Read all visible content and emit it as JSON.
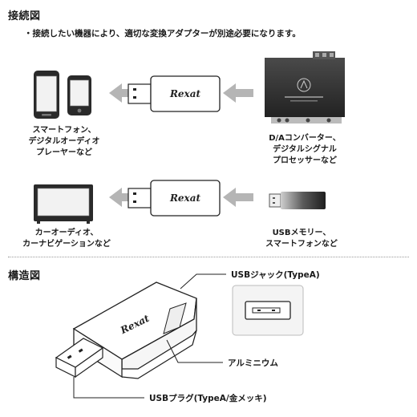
{
  "sections": {
    "connection_title": "接続図",
    "connection_note": "・接続したい機器により、適切な変換アダプターが別途必要になります。",
    "structure_title": "構造図"
  },
  "brand": "Rexat",
  "devices": {
    "smartphone_caption": [
      "スマートフォン、",
      "デジタルオーディオ",
      "プレーヤーなど"
    ],
    "converter_caption": [
      "D/Aコンバーター、",
      "デジタルシグナル",
      "プロセッサーなど"
    ],
    "car_caption": [
      "カーオーディオ、",
      "カーナビゲーションなど"
    ],
    "usbmem_caption": [
      "USBメモリー、",
      "スマートフォンなど"
    ]
  },
  "structure": {
    "usb_jack_label": "USBジャック(TypeA)",
    "aluminium_label": "アルミニウム",
    "usb_plug_label": "USBプラグ(TypeA/金メッキ)"
  },
  "colors": {
    "arrow": "#b5b5b5",
    "device_dark": "#2e2e2e",
    "text": "#1a1a1a"
  }
}
